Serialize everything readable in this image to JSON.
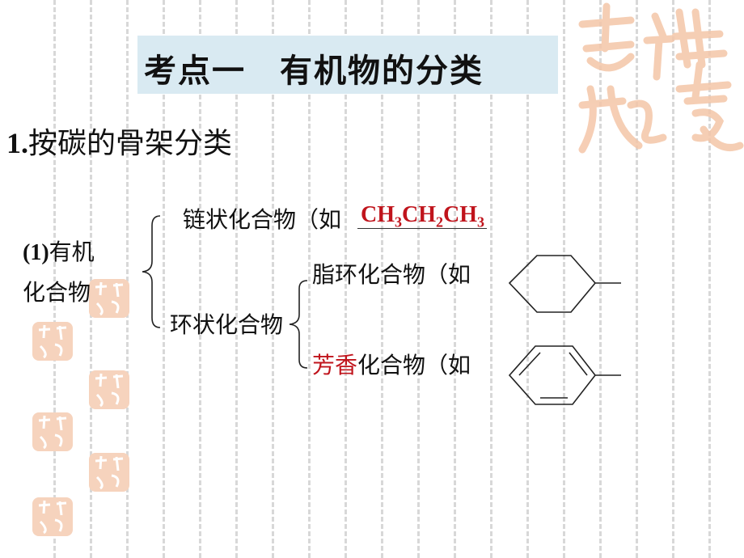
{
  "title": "考点一　有机物的分类",
  "heading": {
    "number": "1.",
    "text": "按碳的骨架分类"
  },
  "classification": {
    "label_prefix": "(1)",
    "label_line1": "有机",
    "label_line2": "化合物",
    "chain": {
      "text": "链状化合物（如"
    },
    "chain_formula": {
      "p1": "CH",
      "s1": "3",
      "p2": "CH",
      "s2": "2",
      "p3": "CH",
      "s3": "3"
    },
    "ring": {
      "text": "环状化合物"
    },
    "alicyclic": {
      "text": "脂环化合物（如"
    },
    "aromatic": {
      "highlight": "芳香",
      "text": "化合物（如"
    }
  },
  "colors": {
    "accent_red": "#c0141c",
    "title_bg": "#d9eaf2",
    "stamp": "#f4c6a8"
  },
  "icons": [
    "cyclohexane-structure",
    "benzene-structure",
    "decorative-seal-stamp"
  ]
}
